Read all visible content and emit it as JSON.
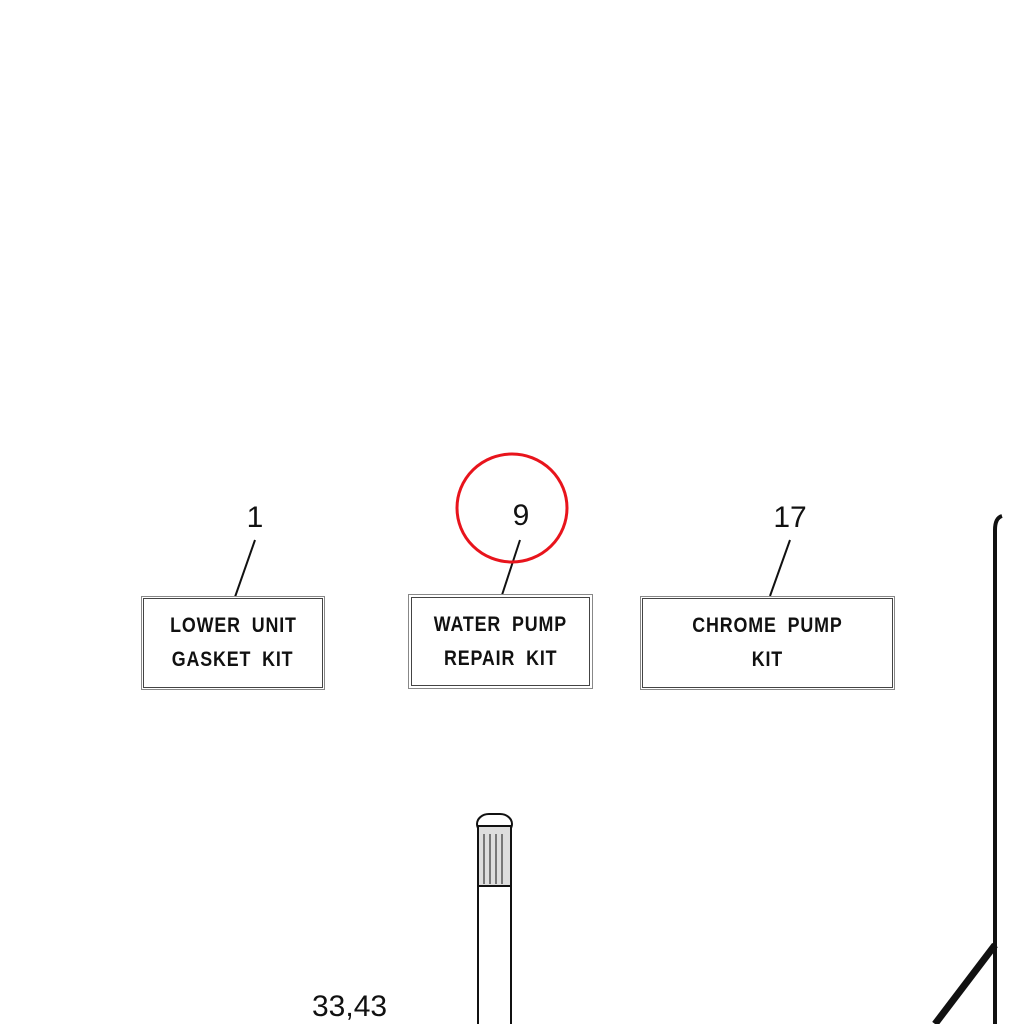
{
  "callouts": [
    {
      "number": "1",
      "lines": [
        "LOWER UNIT",
        "GASKET KIT"
      ]
    },
    {
      "number": "9",
      "lines": [
        "WATER PUMP",
        "REPAIR KIT"
      ],
      "highlighted": true
    },
    {
      "number": "17",
      "lines": [
        "CHROME PUMP",
        "KIT"
      ]
    }
  ],
  "shaft_reference": "33,43",
  "colors": {
    "highlight": "#e8141c",
    "line": "#111111"
  }
}
